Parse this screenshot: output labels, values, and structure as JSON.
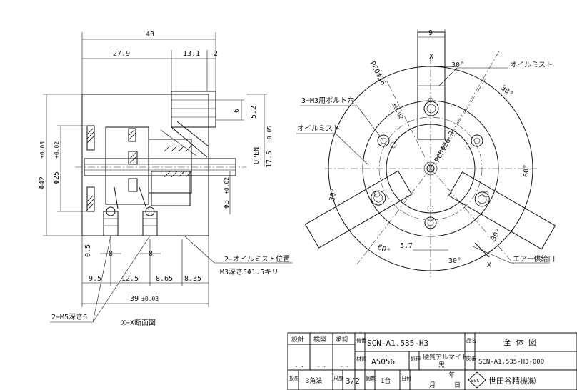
{
  "side_view": {
    "dims": {
      "overall_width": "43",
      "left_width": "27.9",
      "right_width": "13.1",
      "right_end": "2",
      "d42": "Φ42",
      "d42_tol": "±0.03",
      "d25": "Φ25",
      "d25_tol": "+0.02",
      "d3": "Φ3",
      "d3_tol": "+0.02",
      "h6": "6",
      "h52": "5.2",
      "h175": "17.5",
      "h175_tol": "±0.05",
      "open": "OPEN",
      "b05": "0.5",
      "b8a": "8",
      "b8b": "8",
      "b95": "9.5",
      "b125": "12.5",
      "b865": "8.65",
      "b835": "8.35",
      "b39": "39",
      "b39_tol": "±0.03"
    },
    "notes": {
      "oil_mist_pos": "2−オイルミスト位置",
      "m3_depth": "M3深さ5Φ1.5キリ",
      "m5_depth": "2−M5深さ6",
      "section_title": "X−X断面図"
    }
  },
  "front_view": {
    "dims": {
      "top_width": "9",
      "x_top": "X",
      "x_bottom": "X",
      "pcd36": "PCDΦ36",
      "pcd36_tol": "±0.02",
      "pcd26": "PCDΦ26.3",
      "a30_top": "30°",
      "a30_right": "30°",
      "a30_left": "30°",
      "a60_right": "60°",
      "a60_bottom": "60°",
      "a30_bottom_r": "30°",
      "a30_bottom": "30°",
      "d57": "5.7"
    },
    "notes": {
      "oil_mist_top": "オイルミスト",
      "m3_bolt": "3−M3用ボルト穴",
      "oil_mist_left": "オイルミスト",
      "air_port": "エアー供給口"
    }
  },
  "title_block": {
    "design": "設計",
    "check": "検図",
    "approve": "承認",
    "kiban_label": "機番",
    "kiban": "SCN-A1.535-H3",
    "hinmei_label": "品名",
    "hinmei": "全 体 図",
    "zairyo_label": "材質",
    "zairyo": "A5056",
    "shori_label": "処理",
    "shori": "硬質アルマイト",
    "shori_color": "黒",
    "zuban_label": "図番",
    "zuban": "SCN-A1.535-H3-000",
    "dots": ". .",
    "tohei_label": "投影",
    "tohei": "3角法",
    "scale_label": "尺度",
    "scale": "3/2",
    "qty_label": "個数",
    "qty": "1台",
    "date_label": "日付",
    "year": "年",
    "month": "月",
    "day": "日",
    "company": "世田谷精機㈱",
    "logo_text": "SSC"
  }
}
